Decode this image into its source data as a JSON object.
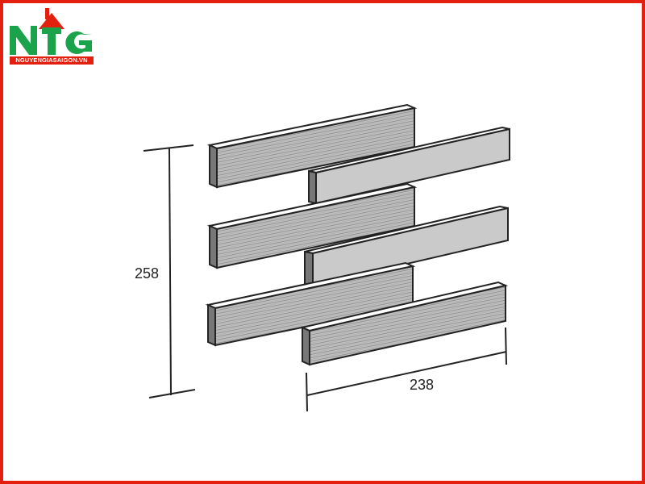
{
  "colors": {
    "frame_border": "#e3200f",
    "logo_green": "#1aa34a",
    "logo_red": "#e3200f",
    "brick_face_light": "#c9c9c9",
    "brick_face_striped": "#b8b8b8",
    "brick_top": "#ffffff",
    "outline": "#222222"
  },
  "logo": {
    "mark": "NTG",
    "url": "NGUYENGIASAIGON.VN"
  },
  "diagram": {
    "height_label": "258",
    "width_label": "238"
  }
}
